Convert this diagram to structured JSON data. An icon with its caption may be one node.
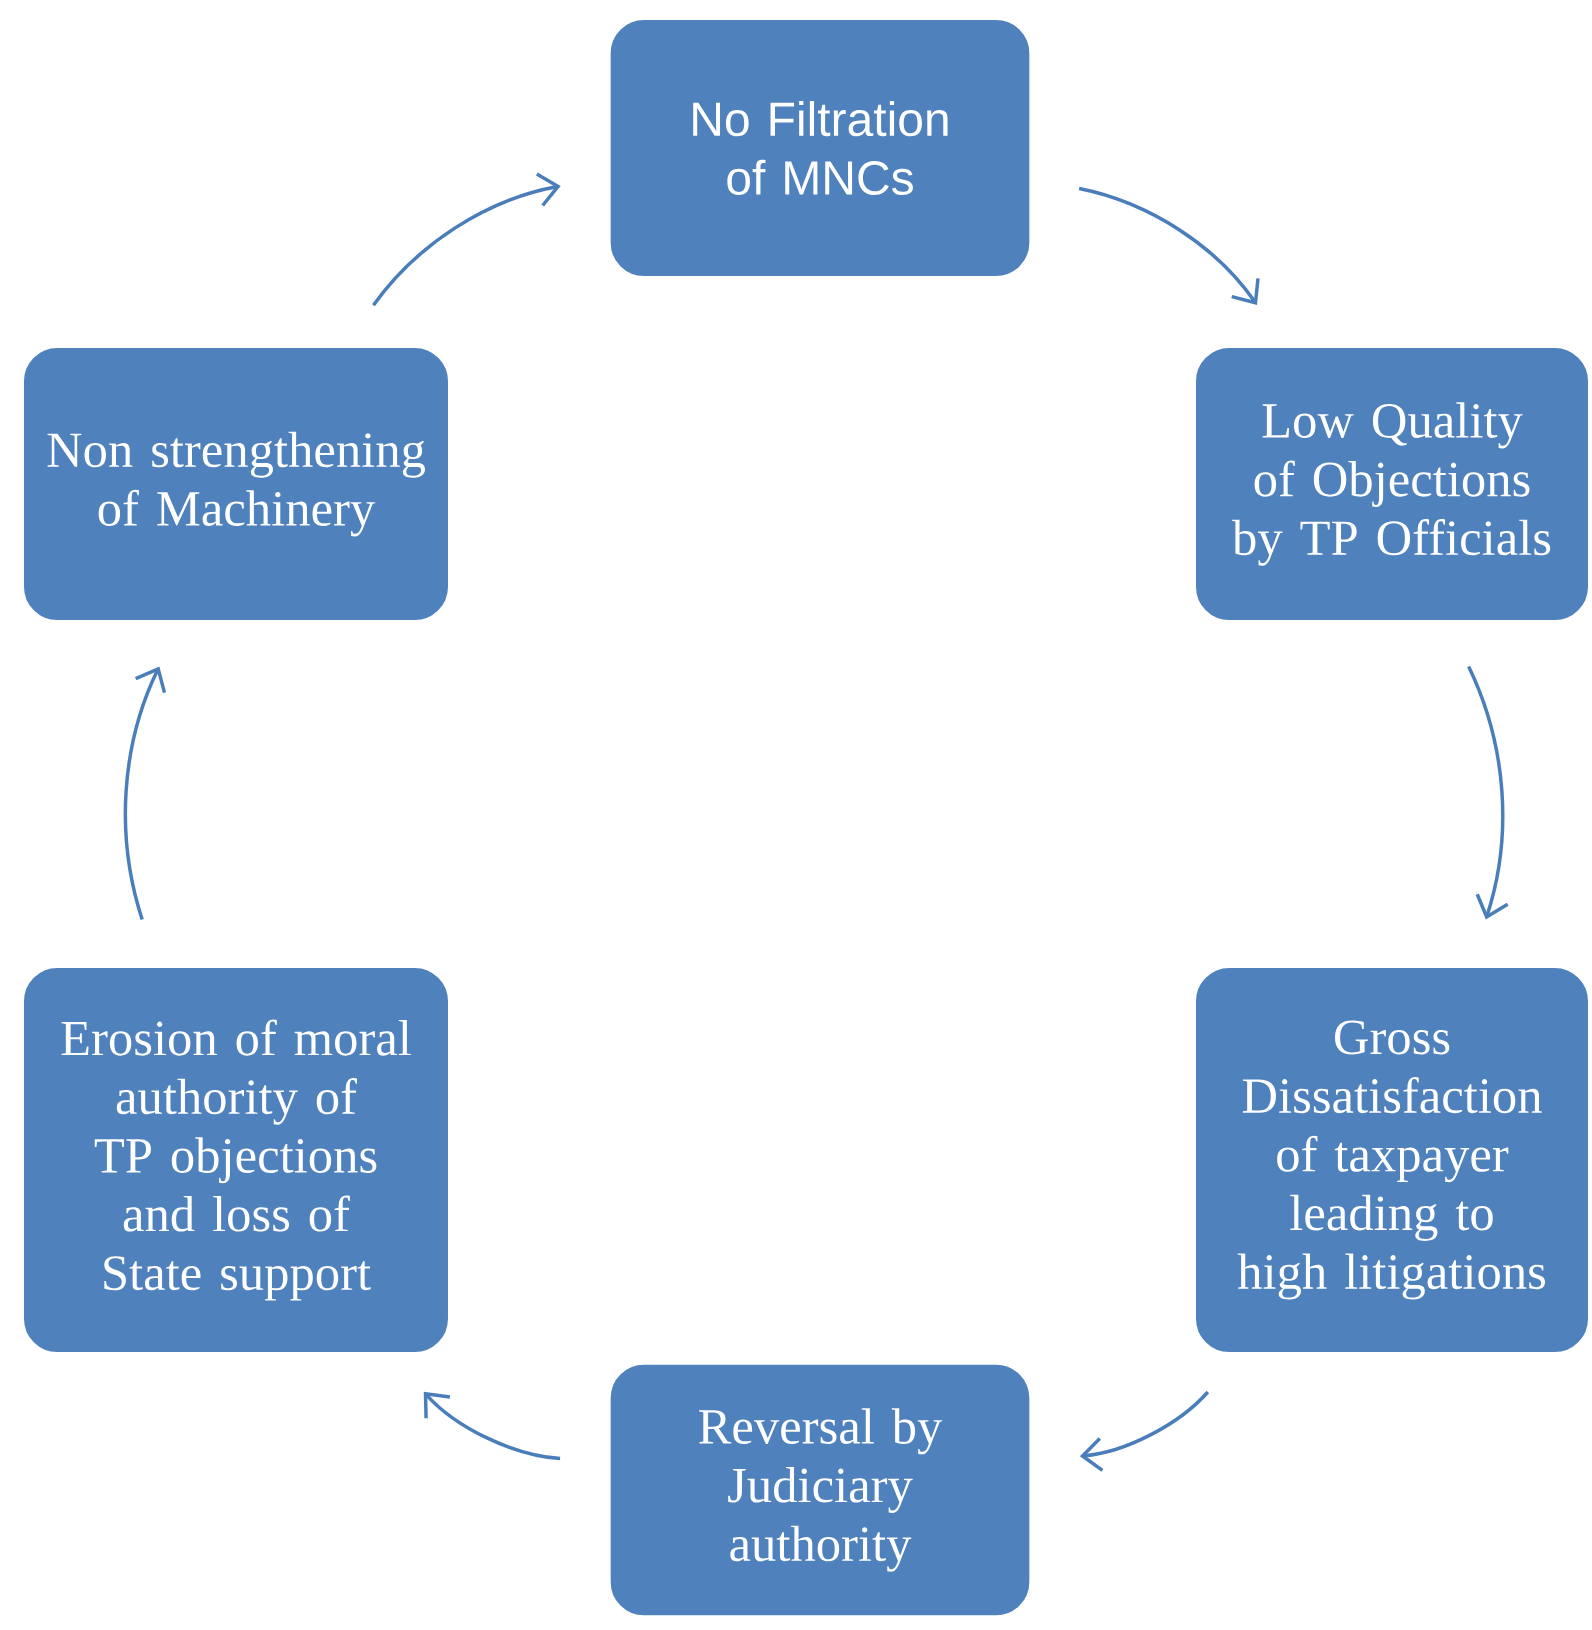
{
  "diagram": {
    "nodes": [
      {
        "text": [
          "No Filtration of MNCs"
        ]
      },
      {
        "text": [
          "Low Quality of Objections by TP Officials"
        ]
      },
      {
        "text": [
          "Gross Dissatisfaction of taxpayer leading to high litigations"
        ]
      },
      {
        "text": [
          "Reversal by Judiciary authority"
        ]
      },
      {
        "text": [
          "Erosion of moral authority of TP objections and loss of State support"
        ]
      },
      {
        "text": [
          "Non strengthening of Machinery"
        ]
      }
    ],
    "edges": [
      {
        "from": 5,
        "to": 0,
        "arrow": "to"
      },
      {
        "from": 0,
        "to": 1,
        "arrow": "to"
      },
      {
        "from": 1,
        "to": 2,
        "arrow": "to"
      },
      {
        "from": 2,
        "to": 3,
        "arrow": "to"
      },
      {
        "from": 3,
        "to": 4,
        "arrow": "to"
      },
      {
        "from": 4,
        "to": 5,
        "arrow": "to"
      }
    ]
  }
}
